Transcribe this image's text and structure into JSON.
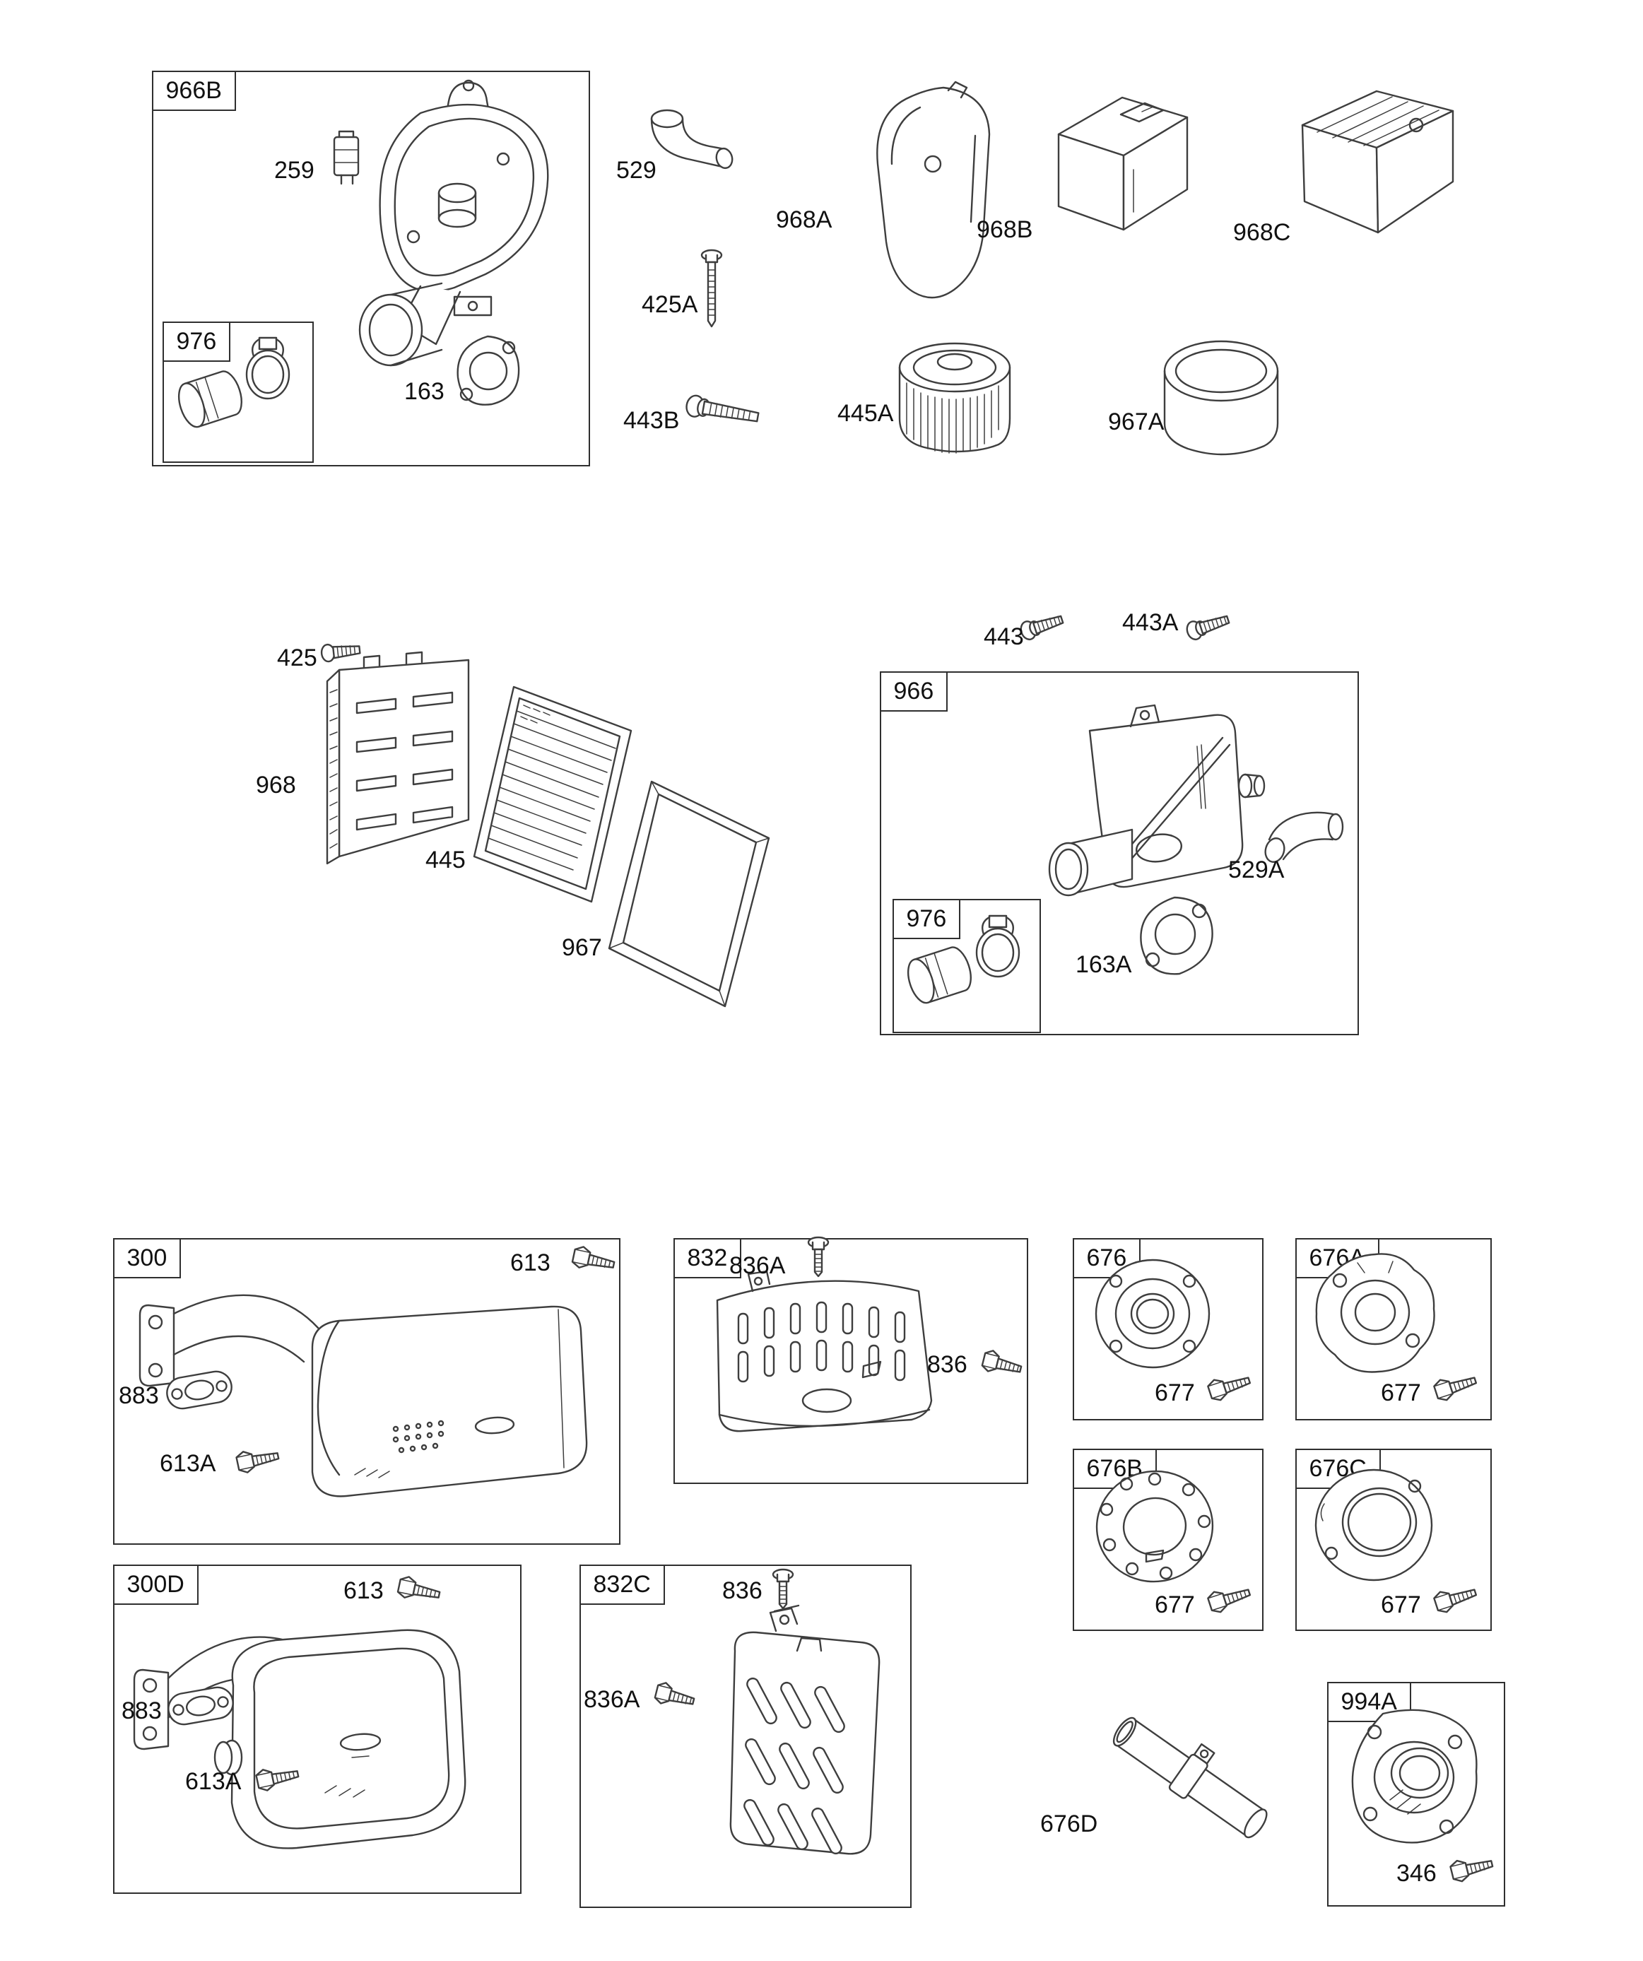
{
  "diagram_title": "Exhaust and air cleaner illustrated parts diagram",
  "colors": {
    "line": "#3e3e3e",
    "text": "#111111",
    "background": "#ffffff"
  },
  "groups": {
    "g966B": "966B",
    "g976_top": "976",
    "g966": "966",
    "g976_mid": "976",
    "g300": "300",
    "g832": "832",
    "g676": "676",
    "g676A": "676A",
    "g676B": "676B",
    "g676C": "676C",
    "g300D": "300D",
    "g832C": "832C",
    "g994A": "994A"
  },
  "parts": {
    "p259": "259",
    "p163": "163",
    "p529": "529",
    "p425A": "425A",
    "p443B": "443B",
    "p968A": "968A",
    "p968B": "968B",
    "p968C": "968C",
    "p445A": "445A",
    "p967A": "967A",
    "p425": "425",
    "p968": "968",
    "p445": "445",
    "p967": "967",
    "p443": "443",
    "p443A": "443A",
    "p529A": "529A",
    "p163A": "163A",
    "p613_b300": "613",
    "p883_b300": "883",
    "p613A_b300": "613A",
    "p836A_b832": "836A",
    "p836_b832": "836",
    "p677_b676": "677",
    "p677_b676A": "677",
    "p677_b676B": "677",
    "p677_b676C": "677",
    "p613_b300D": "613",
    "p883_b300D": "883",
    "p613A_b300D": "613A",
    "p836_b832C": "836",
    "p836A_b832C": "836A",
    "p676D": "676D",
    "p346": "346"
  }
}
